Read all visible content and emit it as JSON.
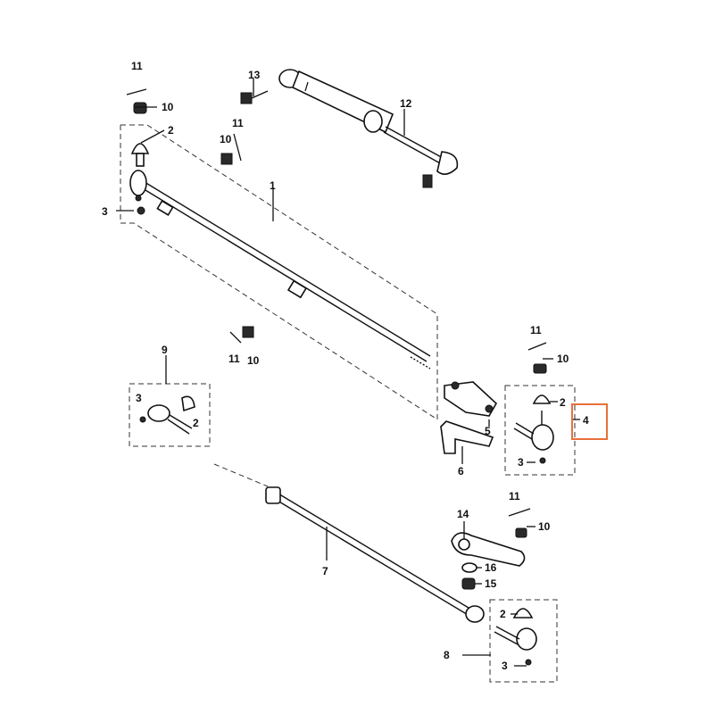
{
  "diagram": {
    "callouts": {
      "c1": "1",
      "c2a": "2",
      "c2b": "2",
      "c2c": "2",
      "c2d": "2",
      "c3a": "3",
      "c3b": "3",
      "c3c": "3",
      "c3d": "3",
      "c4": "4",
      "c5": "5",
      "c6": "6",
      "c7": "7",
      "c8": "8",
      "c9": "9",
      "c10a": "10",
      "c10b": "10",
      "c10c": "10",
      "c10d": "10",
      "c10e": "10",
      "c11a": "11",
      "c11b": "11",
      "c11c": "11",
      "c11d": "11",
      "c11e": "11",
      "c12": "12",
      "c13": "13",
      "c14": "14",
      "c15": "15",
      "c16": "16"
    },
    "highlight_color": "#e8703a"
  }
}
